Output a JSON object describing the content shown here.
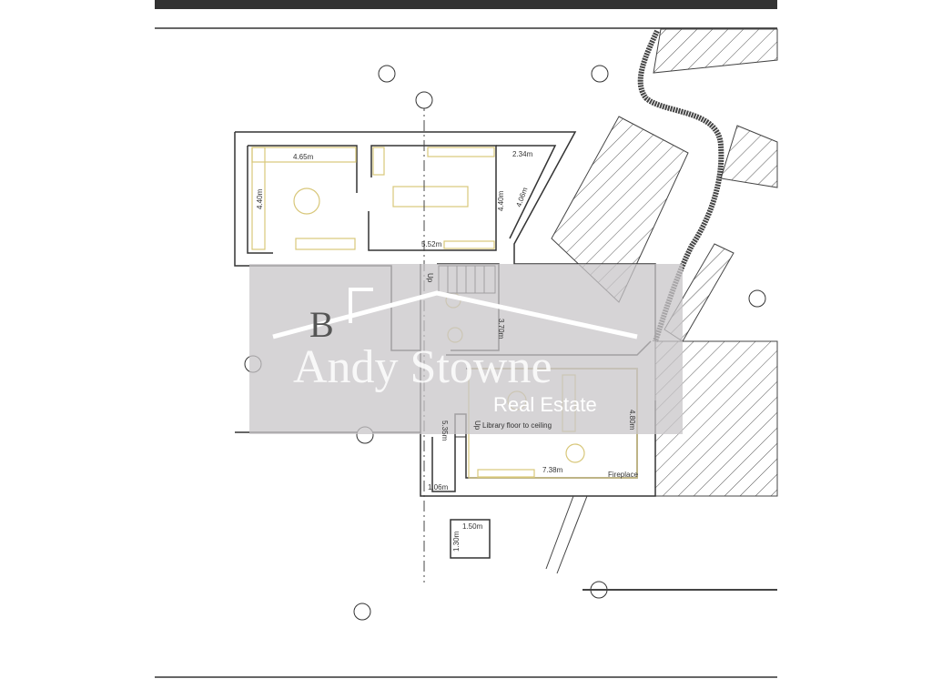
{
  "watermark": {
    "brand": "Andy Stowne",
    "sub": "Real Estate",
    "letter": "B"
  },
  "rooms": {
    "kitchen": {
      "width": "4.65m",
      "depth": "4.40m"
    },
    "dining": {
      "depth": "4.40m",
      "width": "5.52m"
    },
    "bath": {
      "width": "2.34m",
      "depth": "4.06m"
    },
    "hall": {
      "depth": "3.70m",
      "up": "Up"
    },
    "living": {
      "width": "7.38m",
      "depth": "4.80m",
      "library_note": "Library floor to ceiling",
      "fireplace": "Fireplace"
    },
    "lobby": {
      "depth": "5.35m",
      "width": "1.06m",
      "up": "Up"
    },
    "store": {
      "width": "1.50m",
      "depth": "1.30m"
    }
  },
  "colors": {
    "wall": "#333333",
    "furniture": "#d8c77a",
    "watermark": "#c8c5c8"
  }
}
